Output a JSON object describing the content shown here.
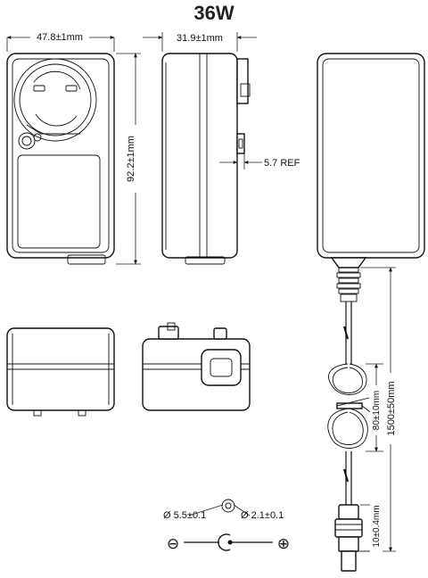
{
  "title": "36W",
  "dimensions": {
    "width": "47.8±1mm",
    "depth": "31.9±1mm",
    "height": "92.2±1mm",
    "pin_offset": "5.7 REF",
    "cable_length": "1500±50mm",
    "bundle_length": "80±10mm",
    "plug_length": "10±0.4mm"
  },
  "plug": {
    "outer_diameter": "Ø 5.5±0.1",
    "inner_diameter": "Ø 2.1±0.1",
    "minus_symbol": "⊖",
    "plus_symbol": "⊕"
  }
}
